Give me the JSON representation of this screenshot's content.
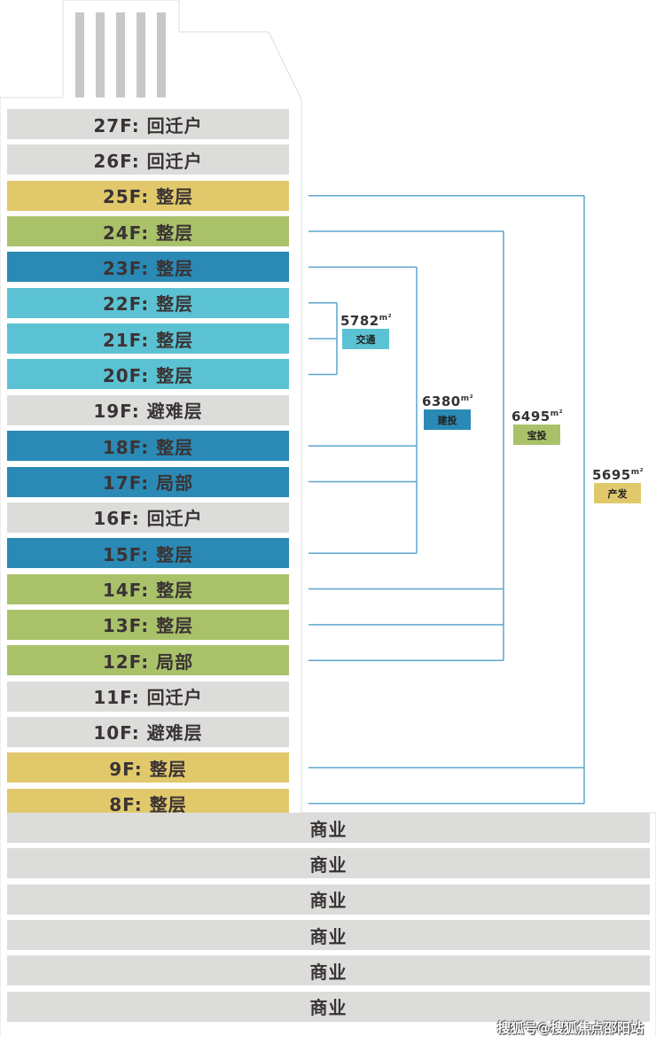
{
  "colors": {
    "gray": "#dcdddb",
    "yellow": "#e1c96b",
    "green": "#a9c26a",
    "darkblue": "#2a8ab5",
    "lightblue": "#5bc2d3",
    "line": "#5ba6cf"
  },
  "floors": [
    {
      "label": "27F: 回迁户",
      "color": "gray"
    },
    {
      "label": "26F: 回迁户",
      "color": "gray"
    },
    {
      "label": "25F: 整层",
      "color": "yellow"
    },
    {
      "label": "24F: 整层",
      "color": "green"
    },
    {
      "label": "23F: 整层",
      "color": "darkblue"
    },
    {
      "label": "22F: 整层",
      "color": "lightblue"
    },
    {
      "label": "21F: 整层",
      "color": "lightblue"
    },
    {
      "label": "20F: 整层",
      "color": "lightblue"
    },
    {
      "label": "19F: 避难层",
      "color": "gray"
    },
    {
      "label": "18F: 整层",
      "color": "darkblue"
    },
    {
      "label": "17F: 局部",
      "color": "darkblue"
    },
    {
      "label": "16F: 回迁户",
      "color": "gray"
    },
    {
      "label": "15F: 整层",
      "color": "darkblue"
    },
    {
      "label": "14F: 整层",
      "color": "green"
    },
    {
      "label": "13F: 整层",
      "color": "green"
    },
    {
      "label": "12F: 局部",
      "color": "green"
    },
    {
      "label": "11F: 回迁户",
      "color": "gray"
    },
    {
      "label": "10F: 避难层",
      "color": "gray"
    },
    {
      "label": "9F: 整层",
      "color": "yellow"
    },
    {
      "label": "8F: 整层",
      "color": "yellow"
    }
  ],
  "commercial": [
    "商业",
    "商业",
    "商业",
    "商业",
    "商业",
    "商业"
  ],
  "groups": [
    {
      "area": "5782",
      "unit": "m²",
      "name": "交通",
      "color": "lightblue",
      "floors": [
        "22F",
        "21F",
        "20F"
      ]
    },
    {
      "area": "6380",
      "unit": "m²",
      "name": "建投",
      "color": "darkblue",
      "floors": [
        "23F",
        "18F",
        "17F",
        "15F"
      ]
    },
    {
      "area": "6495",
      "unit": "m²",
      "name": "宝投",
      "color": "green",
      "floors": [
        "24F",
        "14F",
        "13F",
        "12F"
      ]
    },
    {
      "area": "5695",
      "unit": "m²",
      "name": "产发",
      "color": "yellow",
      "floors": [
        "25F",
        "9F",
        "8F"
      ]
    }
  ],
  "watermark": "搜狐号@搜狐焦点邵阳站"
}
